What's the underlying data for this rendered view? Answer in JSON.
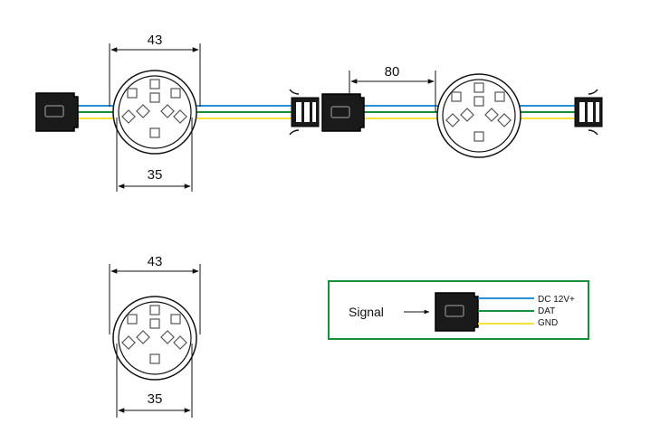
{
  "dimensions": {
    "top_diameter": "43",
    "inner_diameter": "35",
    "spacing": "80",
    "bottom_diameter": "43",
    "bottom_inner_diameter": "35"
  },
  "legend": {
    "signal_label": "Signal",
    "wires": [
      {
        "label": "DC 12V+",
        "color": "#2b8fd6"
      },
      {
        "label": "DAT",
        "color": "#1a8f3a"
      },
      {
        "label": "GND",
        "color": "#f2e23a"
      }
    ],
    "frame_color": "#1a8f3a"
  },
  "colors": {
    "line": "#111111",
    "connector": "#1a1a1a",
    "module_fill": "#ffffff",
    "led_outline": "#555555"
  }
}
